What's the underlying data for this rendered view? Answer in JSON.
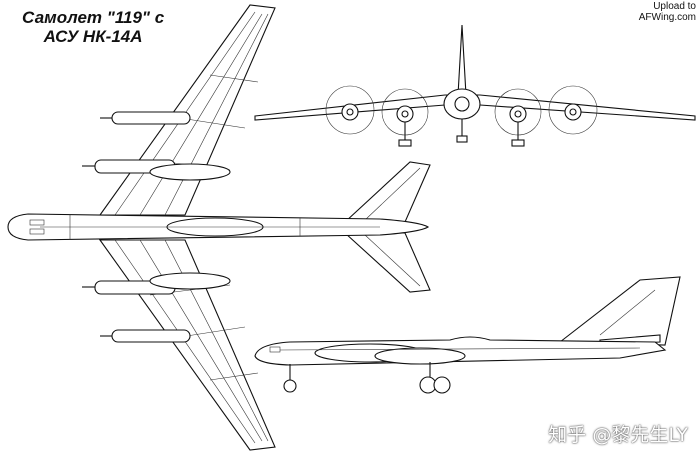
{
  "title": {
    "line1": "Самолет \"119\" с",
    "line2": "АСУ НК-14А"
  },
  "watermark": {
    "line1": "Upload to",
    "line2": "AFWing.com"
  },
  "credit": "知乎 @黎先生LY"
}
